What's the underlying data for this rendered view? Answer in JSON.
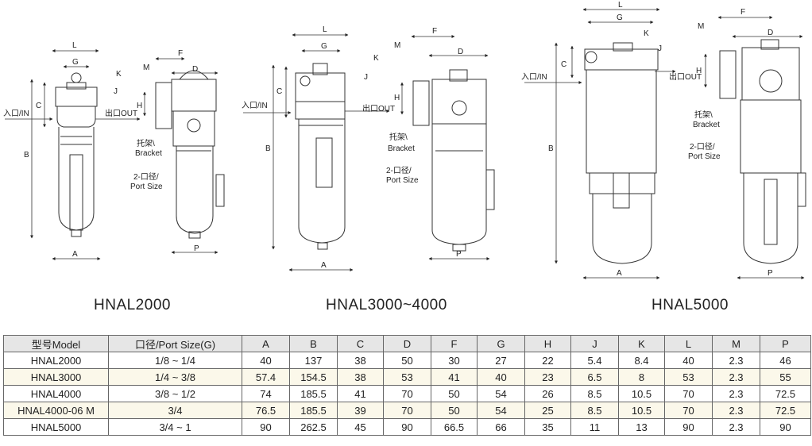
{
  "drawings": {
    "labels": {
      "in": "入口/IN",
      "out": "出口OUT",
      "bracket_cn": "托架\\",
      "bracket_en": "Bracket",
      "port_cn": "2-口径/",
      "port_en": "Port Size"
    },
    "dims": {
      "A": "A",
      "B": "B",
      "C": "C",
      "D": "D",
      "F": "F",
      "G": "G",
      "H": "H",
      "J": "J",
      "K": "K",
      "L": "L",
      "M": "M",
      "P": "P"
    }
  },
  "models": {
    "hnal2000": "HNAL2000",
    "hnal3000_4000": "HNAL3000~4000",
    "hnal5000": "HNAL5000"
  },
  "table": {
    "headers": [
      "型号Model",
      "口径/Port Size(G)",
      "A",
      "B",
      "C",
      "D",
      "F",
      "G",
      "H",
      "J",
      "K",
      "L",
      "M",
      "P"
    ],
    "rows": [
      [
        "HNAL2000",
        "1/8 ~ 1/4",
        "40",
        "137",
        "38",
        "50",
        "30",
        "27",
        "22",
        "5.4",
        "8.4",
        "40",
        "2.3",
        "46"
      ],
      [
        "HNAL3000",
        "1/4 ~ 3/8",
        "57.4",
        "154.5",
        "38",
        "53",
        "41",
        "40",
        "23",
        "6.5",
        "8",
        "53",
        "2.3",
        "55"
      ],
      [
        "HNAL4000",
        "3/8 ~ 1/2",
        "74",
        "185.5",
        "41",
        "70",
        "50",
        "54",
        "26",
        "8.5",
        "10.5",
        "70",
        "2.3",
        "72.5"
      ],
      [
        "HNAL4000-06 M",
        "3/4",
        "76.5",
        "185.5",
        "39",
        "70",
        "50",
        "54",
        "25",
        "8.5",
        "10.5",
        "70",
        "2.3",
        "72.5"
      ],
      [
        "HNAL5000",
        "3/4 ~ 1",
        "90",
        "262.5",
        "45",
        "90",
        "66.5",
        "66",
        "35",
        "11",
        "13",
        "90",
        "2.3",
        "90"
      ]
    ]
  }
}
